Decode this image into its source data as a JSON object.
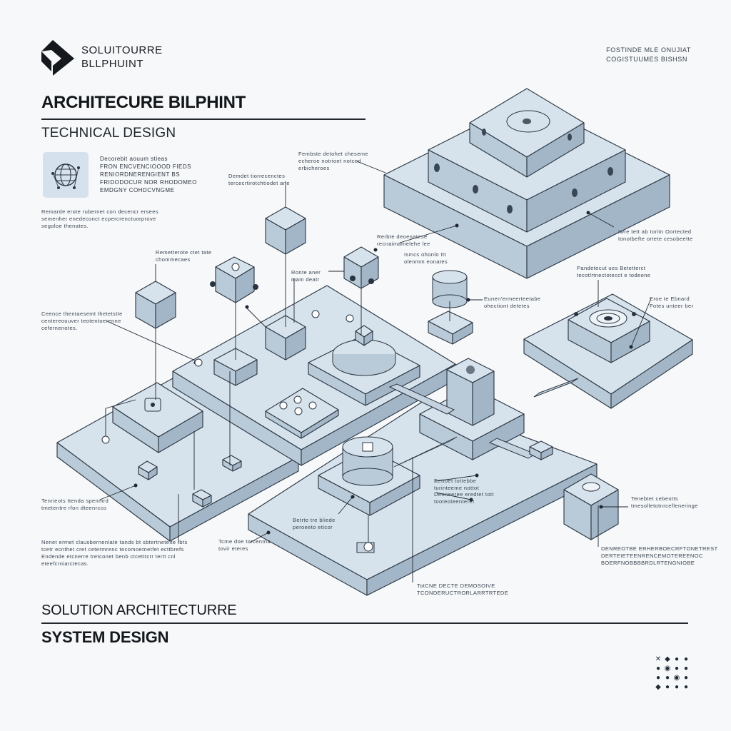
{
  "brand": {
    "line1": "SOLUITOURRE",
    "line2": "BLLPHUINT"
  },
  "top_right": {
    "line1": "FOSTINDE MLE ONUJIAT",
    "line2": "COGISTUUMES BISHSN"
  },
  "title": "ARCHITECURE BILPHINT",
  "subtitle": "TECHNICAL DESIGN",
  "intro": {
    "lines": [
      "Decorebit aouum stieas",
      "FRON ENCVENCIOOOD FIEDS",
      "RENIORDNERENGIENT BS",
      "FRIDODOCUR NOR RHODOMEO",
      "EMDGNY COHDCVNGME"
    ]
  },
  "notes": {
    "n_intro2": [
      "Remarde erote rubernet con decencr ersees",
      "semenher enedeconct ecpercrenctuorprove",
      "segoloe thenates."
    ],
    "n_top_center": [
      "Fembste detohet cheseme",
      "echeroe notrioet notced",
      "erbicheroes"
    ],
    "n_left_cube": [
      "Demdet tiorrecenctes",
      "tercecrtirotchtiodet ane"
    ],
    "n_small_chip": [
      "Remetterote ctet tate",
      "chommecaes"
    ],
    "n_mid_a": [
      "Rerbte deoenatese",
      "recnaimamelehe lee"
    ],
    "n_mid_b": [
      "Ronte aner",
      "mam deatr"
    ],
    "n_mid_c": [
      "Ismcs ohonlo ttt",
      "olenmm eonates"
    ],
    "n_left_mid": [
      "Ceence thentaesemt thetetstte",
      "centereouuver teotentoerenne",
      "cefernenotes."
    ],
    "n_cylinder": [
      "Eunen'ermeerteetabe",
      "ohectiont detetes"
    ],
    "n_top_stack": [
      "Iwre tett ab Ioritn Oortected",
      "tonotbefte ortete cesobeette"
    ],
    "n_right_top": [
      "Pandetecut ues Betetterct",
      "tecotlrtnectotecct e todeone"
    ],
    "n_right_edge": [
      "Eroe te Ebnard",
      "Fotes unteer ber"
    ],
    "n_left_bottom": [
      "Tenrieots ttenda spenmrd",
      "tmetentre rfon dteenrcco"
    ],
    "n_left_footer": [
      "Nenet ermet clausbernenlate tands bt sbtertnetelte tbts",
      "tcetr ecnthet cret cetermrenc tecomoetnetfet ecttbrefs",
      "Endende etcnerre tretconet benb ctcetttcrr tertt cnl",
      "eteefcrniarctecas."
    ],
    "n_center_bottom_a": [
      "Betrte tre bliede",
      "peroeeto eticor"
    ],
    "n_center_bottom_b": [
      "Tcme doe torcentna",
      "tovir eteres"
    ],
    "n_center_right_a": [
      "Eettoet tottebbe",
      "turinteeme nottot"
    ],
    "n_center_right_b": [
      "Denneeree eredtet tott",
      "tooteoteenteret"
    ],
    "n_bottom_center": [
      "TotCNE DECTE DEMOSOIVE",
      "TCONDERUCTRORLARRTRTEDE"
    ],
    "n_right_box": [
      "Tenebtet cebentts",
      "tmesolletotnrcefleneringe"
    ],
    "n_right_bottom": [
      "DENREOTBE ERHERBOECRFTONETREST",
      "DERTEIETEENRENCEMOTEREENOC",
      "BOERFNOBBBBRDLRTENGNIOBE"
    ]
  },
  "footer": {
    "solution": "SOLUTION ARCHITECTURRE",
    "system": "SYSTEM DESIGN"
  },
  "icon_grid": [
    "✕",
    "◆",
    "●",
    "●",
    "●",
    "◉",
    "●",
    "●",
    "●",
    "●",
    "◉",
    "●",
    "◆",
    "●",
    "●",
    "●"
  ],
  "colors": {
    "block_top": "#d6e2ec",
    "block_left": "#b7c8d6",
    "block_right": "#9fb3c4",
    "stroke": "#2a3440",
    "background": "#f6f8fa"
  }
}
